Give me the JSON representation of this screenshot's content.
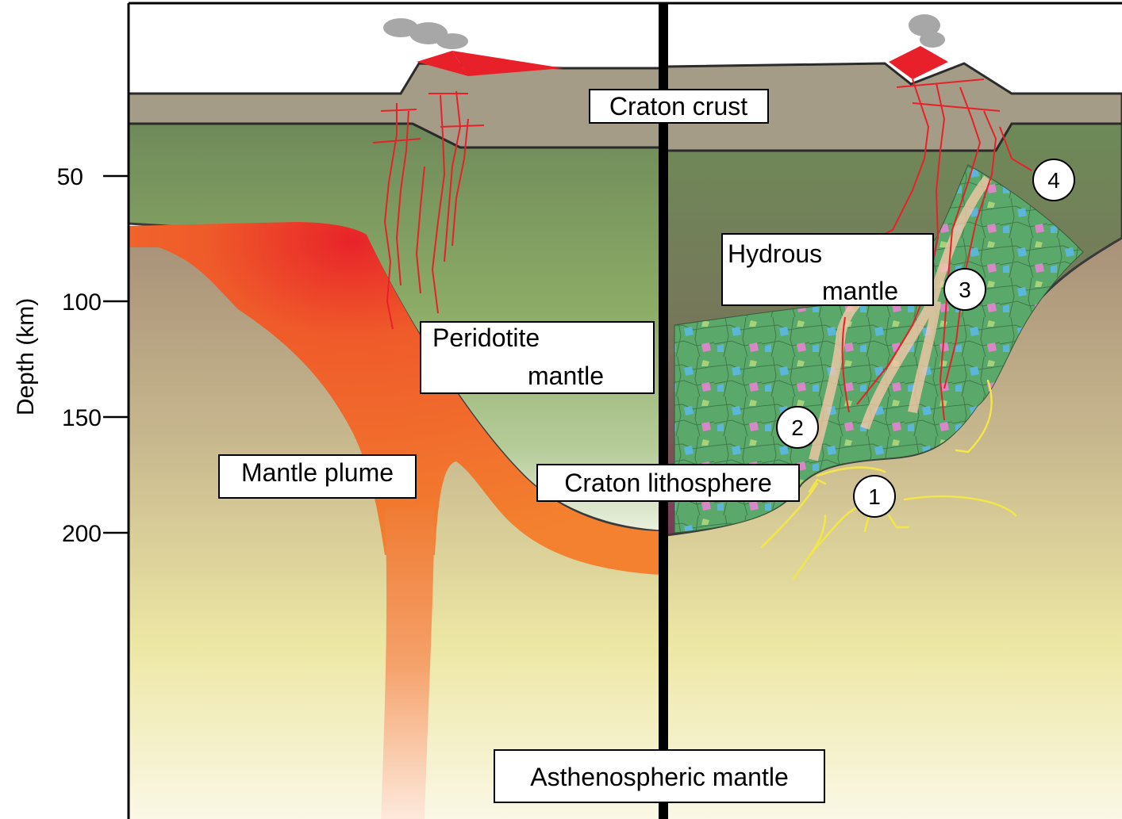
{
  "axis": {
    "label": "Depth (km)",
    "ticks": [
      "50",
      "100",
      "150",
      "200"
    ]
  },
  "labels": {
    "craton_crust": "Craton crust",
    "peridotite_line1": "Peridotite",
    "peridotite_line2": "mantle",
    "hydrous_line1": "Hydrous",
    "hydrous_line2": "mantle",
    "mantle_plume": "Mantle plume",
    "craton_lithosphere": "Craton lithosphere",
    "asthenospheric_mantle": "Asthenospheric mantle"
  },
  "stages": [
    "1",
    "2",
    "3",
    "4"
  ],
  "colors": {
    "crust": "#a59c87",
    "lithosphere_top": "#6f8a5a",
    "lithosphere_bottom": "#e8eddc",
    "plume_core": "#e8232a",
    "plume_orange": "#f0782a",
    "asthenosphere_top": "#a89178",
    "asthenosphere_bottom": "#f5f2d8",
    "metasomatised_green": "#5aa86a",
    "hydrous_purple": "#7a3a55",
    "volcano_red": "#e8202a",
    "fluid_yellow": "#f2e64a",
    "melt_vein_red": "#e8202a"
  }
}
